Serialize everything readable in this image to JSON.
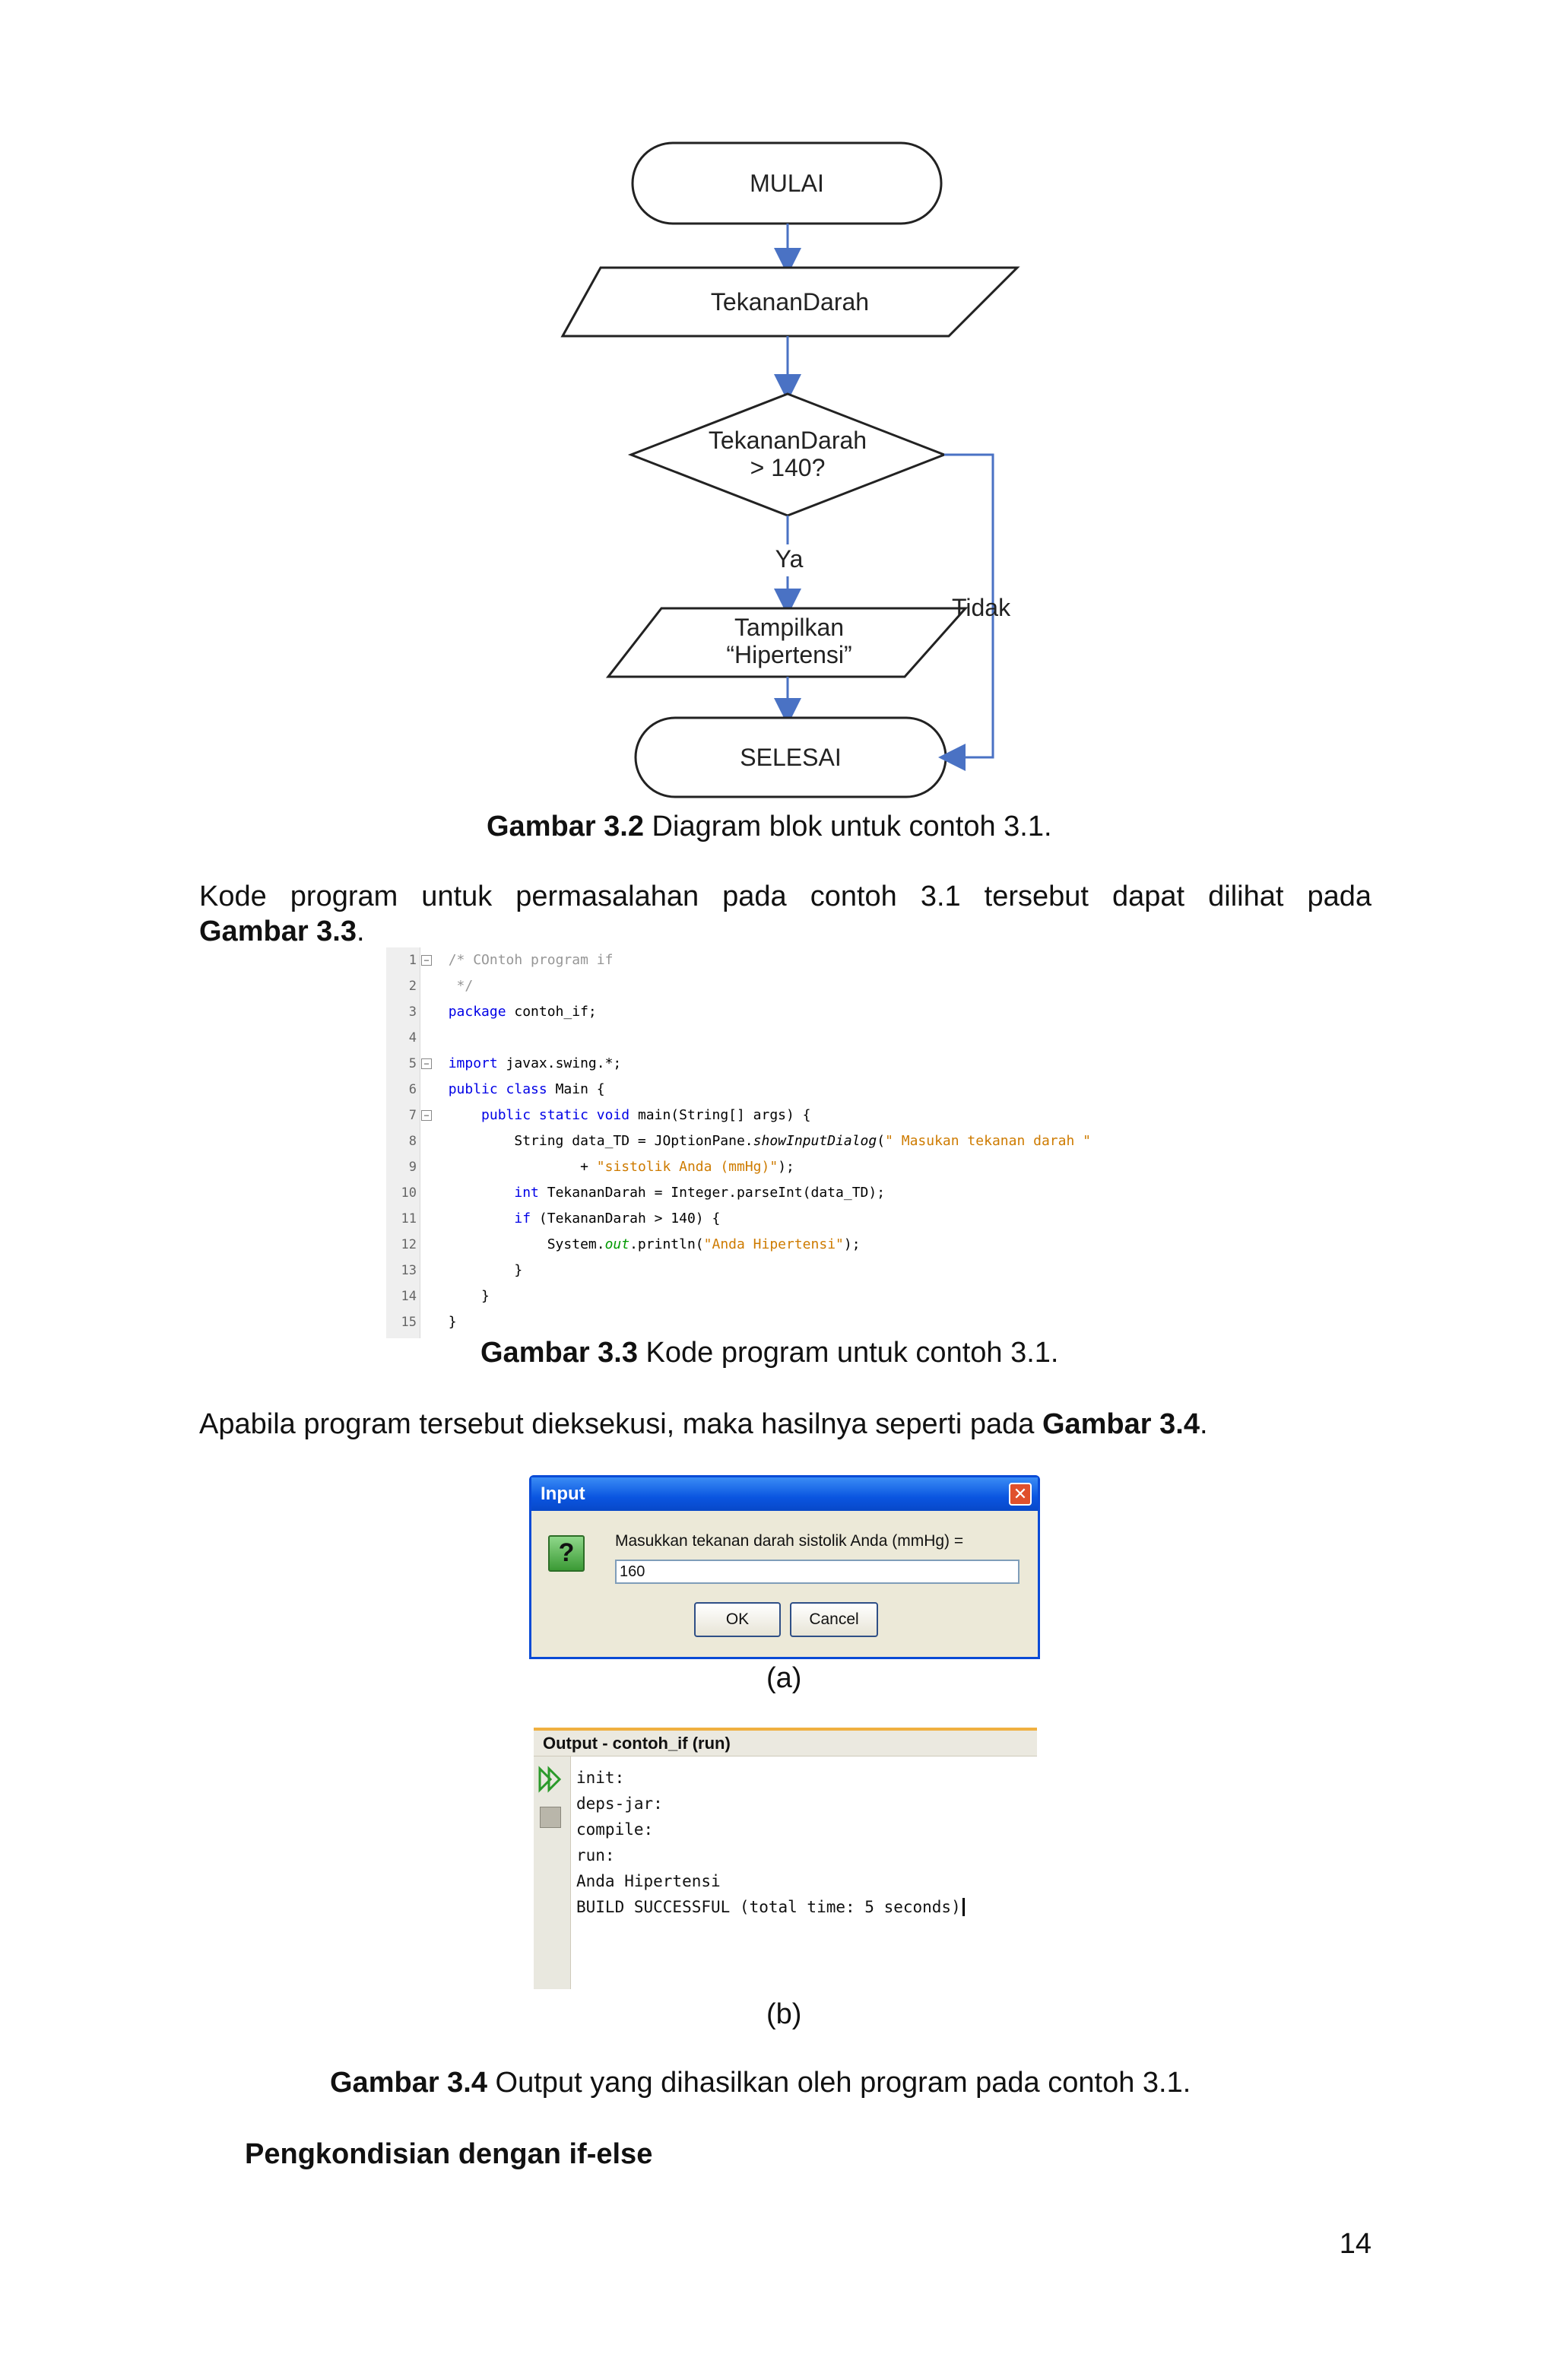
{
  "flowchart": {
    "start": "MULAI",
    "input": "TekananDarah",
    "decision_line1": "TekananDarah",
    "decision_line2": "> 140?",
    "yes_label": "Ya",
    "no_label": "Tidak",
    "output_line1": "Tampilkan",
    "output_line2": "“Hipertensi”",
    "end": "SELESAI"
  },
  "figure_32": {
    "label": "Gambar 3.2",
    "text": " Diagram blok untuk contoh 3.1."
  },
  "paragraph1": {
    "text": "Kode program untuk permasalahan pada contoh 3.1 tersebut dapat dilihat pada",
    "bold": "Gambar 3.3",
    "tail": "."
  },
  "code": {
    "line_numbers": [
      "1",
      "2",
      "3",
      "4",
      "5",
      "6",
      "7",
      "8",
      "9",
      "10",
      "11",
      "12",
      "13",
      "14",
      "15"
    ],
    "l1": "/* COntoh program if",
    "l2": " */",
    "l3_kw": "package",
    "l3_rest": " contoh_if;",
    "l5_kw": "import",
    "l5_rest": " javax.swing.*;",
    "l6_kw": "public class",
    "l6_rest": " Main {",
    "l7_kw": "public static void",
    "l7_rest": " main(String[] args) {",
    "l8_a": "String data_TD = JOptionPane.",
    "l8_m": "showInputDialog",
    "l8_b": "(",
    "l8_s": "\" Masukan tekanan darah \"",
    "l9_a": "+ ",
    "l9_s": "\"sistolik Anda (mmHg)\"",
    "l9_b": ");",
    "l10_kw": "int",
    "l10_rest": " TekananDarah = Integer.parseInt(data_TD);",
    "l11_kw": "if",
    "l11_rest": " (TekananDarah > 140) {",
    "l12_a": "System.",
    "l12_f": "out",
    "l12_b": ".println(",
    "l12_s": "\"Anda Hipertensi\"",
    "l12_c": ");",
    "l13": "}",
    "l14": "}",
    "l15": "}"
  },
  "figure_33": {
    "label": "Gambar 3.3",
    "text": " Kode program untuk contoh 3.1."
  },
  "paragraph2": {
    "text": "Apabila program tersebut dieksekusi, maka hasilnya seperti pada ",
    "bold": "Gambar 3.4",
    "tail": "."
  },
  "dialog": {
    "title": "Input",
    "close": "✕",
    "icon": "?",
    "message": "Masukkan tekanan darah sistolik Anda (mmHg) =",
    "input_value": "160",
    "ok": "OK",
    "cancel": "Cancel"
  },
  "sub_a": "(a)",
  "output_panel": {
    "title": "Output - contoh_if (run)",
    "lines": [
      "init:",
      "deps-jar:",
      "compile:",
      "run:",
      "Anda Hipertensi",
      "BUILD SUCCESSFUL (total time: 5 seconds)"
    ]
  },
  "sub_b": "(b)",
  "figure_34": {
    "label": "Gambar 3.4",
    "text": " Output yang dihasilkan oleh program pada contoh 3.1."
  },
  "section_heading": "Pengkondisian dengan if-else",
  "page_number": "14",
  "colors": {
    "flow_line": "#4a72c4",
    "code_keyword": "#0000e6",
    "code_string": "#ce7b00",
    "dialog_title": "#0a55e0"
  }
}
